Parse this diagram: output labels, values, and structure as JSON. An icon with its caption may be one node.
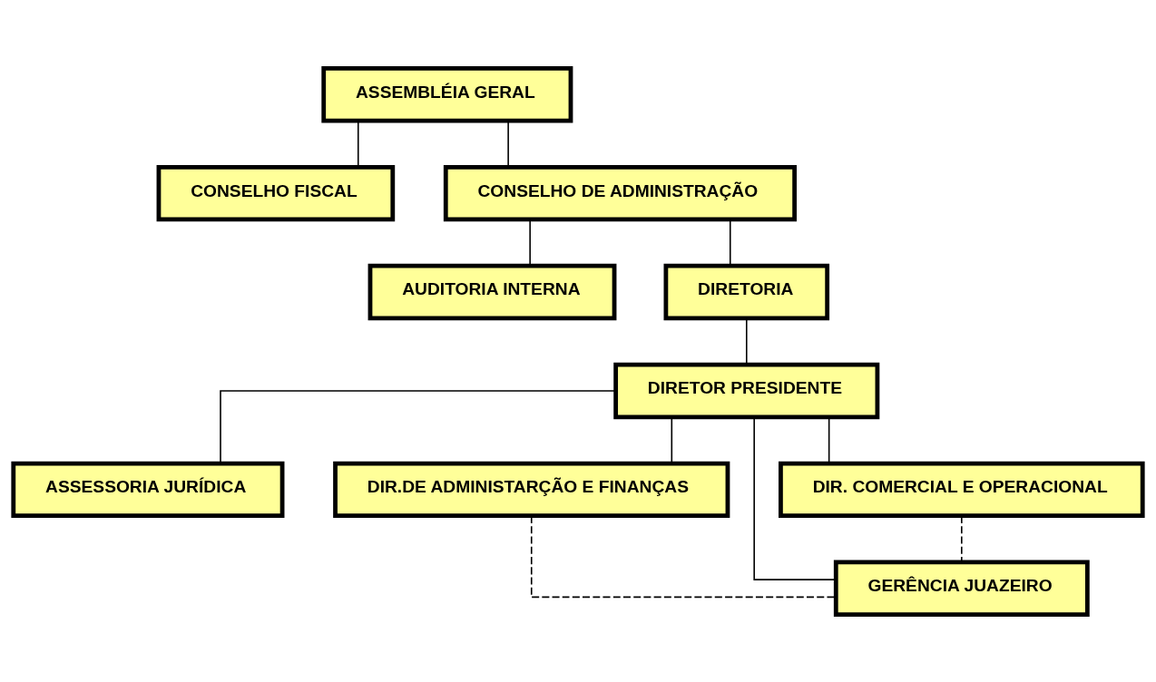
{
  "diagram": {
    "nodes": [
      {
        "text": [
          "ASSEMBLÉIA GERAL"
        ]
      },
      {
        "text": [
          "CONSELHO FISCAL"
        ]
      },
      {
        "text": [
          "CONSELHO DE ADMINISTRAÇÃO"
        ]
      },
      {
        "text": [
          "AUDITORIA INTERNA"
        ]
      },
      {
        "text": [
          "DIRETORIA"
        ]
      },
      {
        "text": [
          "DIRETOR PRESIDENTE"
        ]
      },
      {
        "text": [
          "ASSESSORIA JURÍDICA"
        ]
      },
      {
        "text": [
          "DIR.DE ADMINISTARÇÃO E FINANÇAS"
        ]
      },
      {
        "text": [
          "DIR. COMERCIAL E OPERACIONAL"
        ]
      },
      {
        "text": [
          "GERÊNCIA JUAZEIRO"
        ]
      }
    ],
    "edges": [
      {
        "from": 0,
        "to": 1,
        "arrow": "none"
      },
      {
        "from": 0,
        "to": 2,
        "arrow": "none"
      },
      {
        "from": 2,
        "to": 3,
        "arrow": "none"
      },
      {
        "from": 2,
        "to": 4,
        "arrow": "none"
      },
      {
        "from": 4,
        "to": 5,
        "arrow": "none"
      },
      {
        "from": 5,
        "to": 6,
        "arrow": "none"
      },
      {
        "from": 5,
        "to": 7,
        "arrow": "none"
      },
      {
        "from": 5,
        "to": 8,
        "arrow": "none"
      },
      {
        "from": 5,
        "to": 9,
        "arrow": "none"
      },
      {
        "from": 7,
        "to": 9,
        "arrow": "none",
        "style": "dashed"
      },
      {
        "from": 8,
        "to": 9,
        "arrow": "none",
        "style": "dashed"
      }
    ]
  }
}
